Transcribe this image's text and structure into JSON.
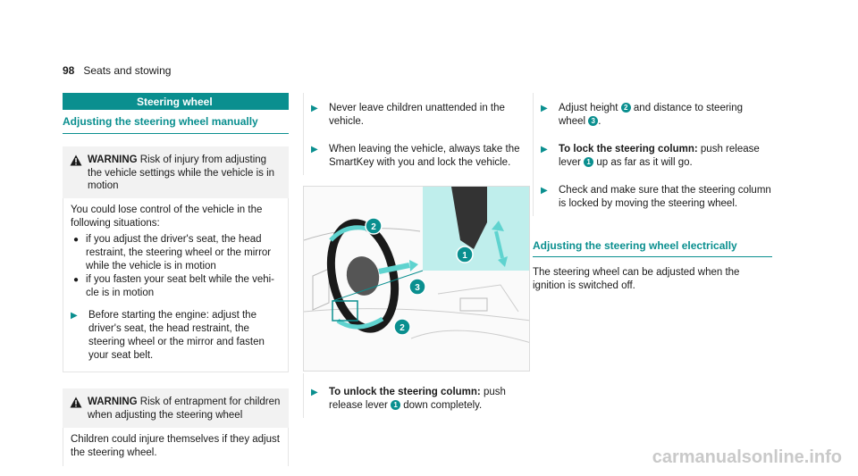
{
  "header": {
    "page_number": "98",
    "section": "Seats and stowing"
  },
  "col1": {
    "section_title": "Steering wheel",
    "subheading": "Adjusting the steering wheel manually",
    "warning1": {
      "label": "WARNING",
      "title": "Risk of injury from adjusting the vehicle settings while the vehicle is in motion",
      "intro": "You could lose control of the vehicle in the following situations:",
      "bullets": [
        "if you adjust the driver's seat, the head restraint, the steering wheel or the mirror while the vehicle is in motion",
        "if you fasten your seat belt while the vehi­cle is in motion"
      ],
      "step": "Before starting the engine: adjust the driver's seat, the head restraint, the steering wheel or the mirror and fasten your seat belt."
    },
    "warning2": {
      "label": "WARNING",
      "title": "Risk of entrapment for chil­dren when adjusting the steering wheel",
      "body": "Children could injure themselves if they adjust the steering wheel."
    }
  },
  "col2": {
    "steps": [
      "Never leave children unattended in the vehicle.",
      "When leaving the vehicle, always take the SmartKey with you and lock the vehicle."
    ],
    "figure_callouts": [
      "1",
      "2",
      "3",
      "2"
    ],
    "unlock": {
      "bold": "To unlock the steering column:",
      "text_before": "push release lever",
      "ref": "1",
      "text_after": "down completely."
    }
  },
  "col3": {
    "adjust": {
      "text_before": "Adjust height",
      "ref1": "2",
      "text_mid": "and distance to steering wheel",
      "ref2": "3",
      "text_after": "."
    },
    "lock": {
      "bold": "To lock the steering column:",
      "text_before": "push release lever",
      "ref": "1",
      "text_after": "up as far as it will go."
    },
    "check": "Check and make sure that the steering col­umn is locked by moving the steering wheel.",
    "subheading": "Adjusting the steering wheel electrically",
    "body": "The steering wheel can be adjusted when the ignition is switched off."
  },
  "watermark": "carmanualsonline.info",
  "colors": {
    "accent": "#0a8f8f"
  }
}
